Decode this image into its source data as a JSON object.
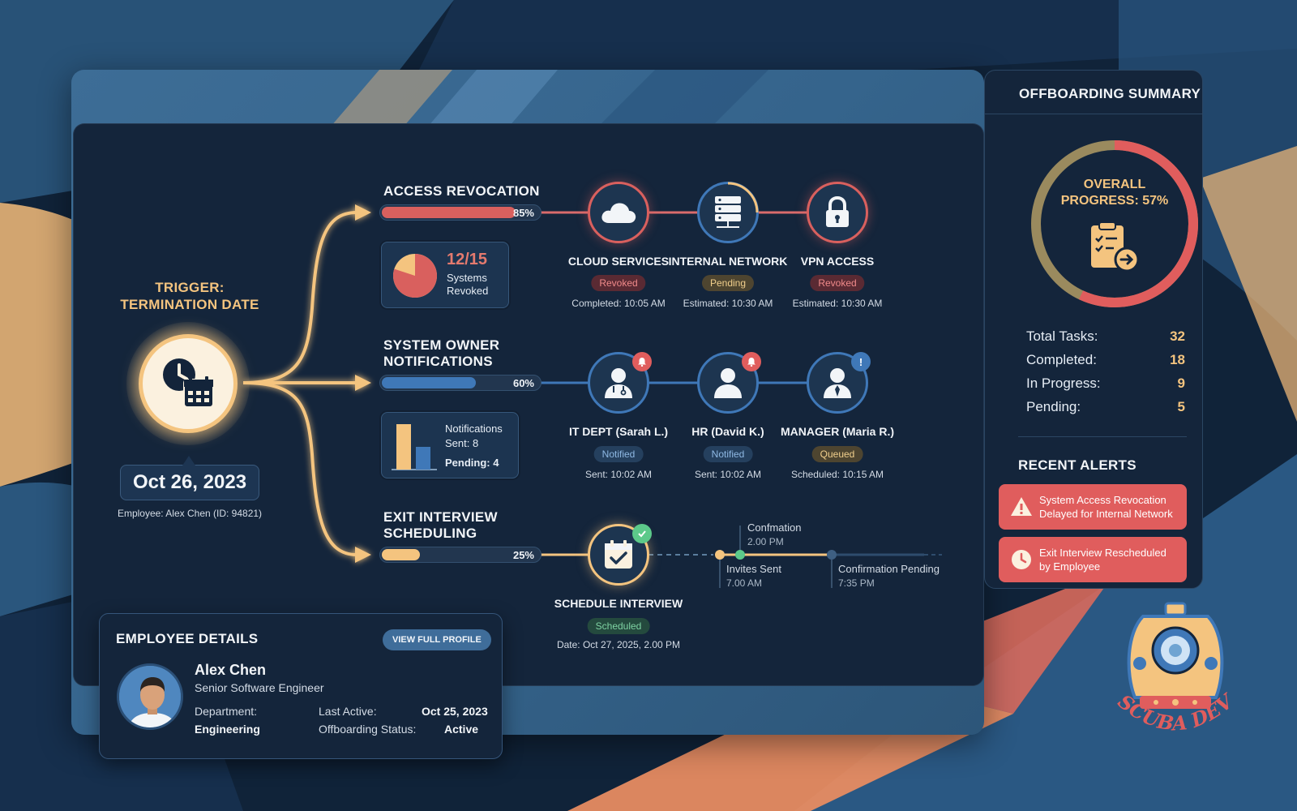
{
  "trigger": {
    "title_line1": "TRIGGER:",
    "title_line2": "TERMINATION DATE",
    "date": "Oct 26, 2023",
    "employee_caption": "Employee: Alex Chen (ID: 94821)"
  },
  "access_revocation": {
    "title": "ACCESS REVOCATION",
    "progress": 85,
    "progress_label": "85%",
    "card_count": "12/15",
    "card_label_line1": "Systems",
    "card_label_line2": "Revoked",
    "pie_fraction": 0.8,
    "nodes": [
      {
        "label": "CLOUD SERVICES",
        "status": "Revoked",
        "sub": "Completed: 10:05 AM",
        "icon": "cloud-icon"
      },
      {
        "label": "INTERNAL NETWORK",
        "status": "Pending",
        "sub": "Estimated: 10:30 AM",
        "icon": "server-icon"
      },
      {
        "label": "VPN ACCESS",
        "status": "Revoked",
        "sub": "Estimated: 10:30 AM",
        "icon": "lock-icon"
      }
    ]
  },
  "notifications": {
    "title_line1": "SYSTEM OWNER",
    "title_line2": "NOTIFICATIONS",
    "progress": 60,
    "progress_label": "60%",
    "card_line1": "Notifications",
    "card_sent": "Sent: 8",
    "card_pending": "Pending: 4",
    "bars": [
      8,
      4
    ],
    "nodes": [
      {
        "label": "IT DEPT (Sarah L.)",
        "status": "Notified",
        "sub": "Sent: 10:02 AM",
        "icon": "doctor-user-icon"
      },
      {
        "label": "HR (David K.)",
        "status": "Notified",
        "sub": "Sent: 10:02 AM",
        "icon": "user-icon"
      },
      {
        "label": "MANAGER (Maria R.)",
        "status": "Queued",
        "sub": "Scheduled: 10:15 AM",
        "icon": "manager-icon"
      }
    ]
  },
  "exit_interview": {
    "title_line1": "EXIT INTERVIEW",
    "title_line2": "SCHEDULING",
    "progress": 25,
    "progress_label": "25%",
    "node": {
      "label": "SCHEDULE INTERVIEW",
      "status": "Scheduled",
      "sub": "Date: Oct 27, 2025, 2.00 PM",
      "icon": "calendar-check-icon"
    },
    "timeline": {
      "confirmation_label": "Confmation",
      "confirmation_time": "2.00 PM",
      "invites_label": "Invites Sent",
      "invites_time": "7.00 AM",
      "pending_label": "Confirmation Pending",
      "pending_time": "7:35 PM"
    }
  },
  "summary": {
    "title": "OFFBOARDING SUMMARY",
    "progress_line1": "OVERALL",
    "progress_line2": "PROGRESS: 57%",
    "progress_value": 57,
    "stats": [
      {
        "label": "Total Tasks:",
        "value": "32"
      },
      {
        "label": "Completed:",
        "value": "18"
      },
      {
        "label": "In Progress:",
        "value": "9"
      },
      {
        "label": "Pending:",
        "value": "5"
      }
    ],
    "alerts_title": "RECENT ALERTS",
    "alerts": [
      {
        "line1": "System Access Revocation",
        "line2": "Delayed for Internal Network",
        "icon": "warning-icon"
      },
      {
        "line1": "Exit Interview Rescheduled",
        "line2": "by Employee",
        "icon": "clock-icon"
      }
    ]
  },
  "employee": {
    "title": "EMPLOYEE DETAILS",
    "button": "VIEW FULL PROFILE",
    "name": "Alex Chen",
    "role": "Senior Software Engineer",
    "department_label": "Department:",
    "department_value": "Engineering",
    "last_active_label": "Last Active:",
    "last_active_value": "Oct 25, 2023",
    "status_label": "Offboarding Status:",
    "status_value": "Active"
  },
  "logo": {
    "text": "SCUBA DEV"
  },
  "colors": {
    "red": "#e05d5d",
    "blue": "#3f78b8",
    "amber": "#f4c47f",
    "green": "#5cc98a",
    "panel": "#14253b"
  }
}
